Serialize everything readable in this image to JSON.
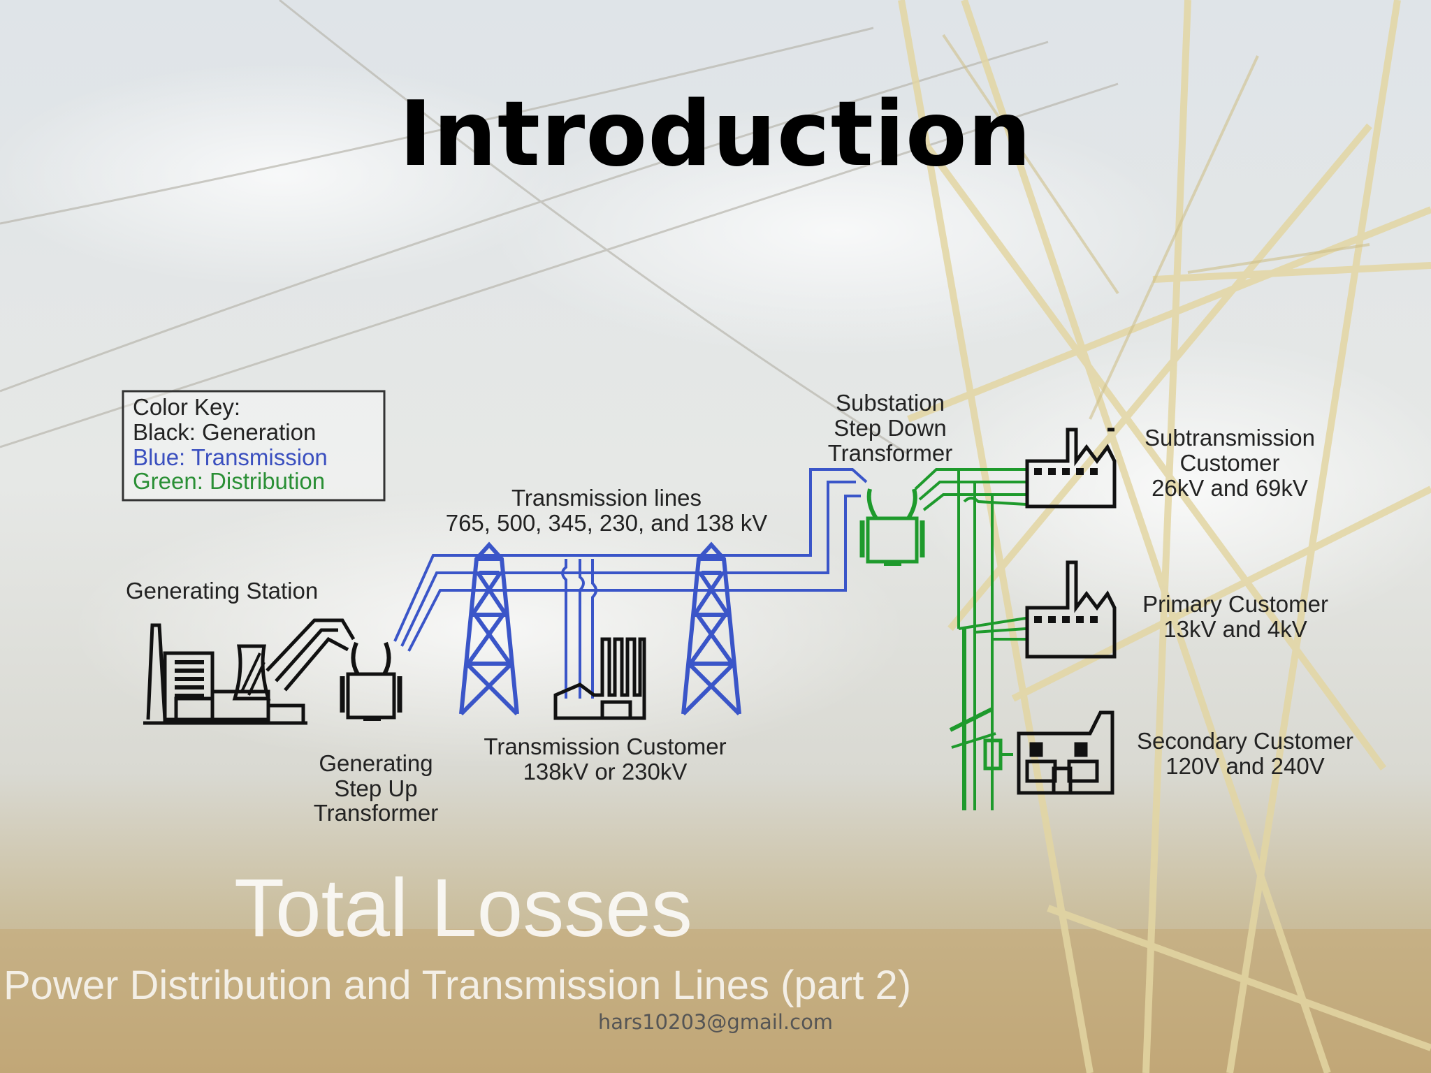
{
  "slide": {
    "title": "Introduction",
    "footer_email": "hars10203@gmail.com"
  },
  "colors": {
    "generation": "#111111",
    "transmission": "#3a55c8",
    "distribution": "#1e9a2c"
  },
  "color_key": {
    "heading": "Color Key:",
    "black_label": "Black:  Generation",
    "blue_label": "Blue:    Transmission",
    "green_label": "Green: Distribution"
  },
  "labels": {
    "transmission_lines_title": "Transmission lines",
    "transmission_lines_voltages": "765, 500, 345, 230, and 138 kV",
    "generating_station": "Generating Station",
    "gen_step_up_1": "Generating",
    "gen_step_up_2": "Step Up",
    "gen_step_up_3": "Transformer",
    "trans_customer_1": "Transmission Customer",
    "trans_customer_2": "138kV or 230kV",
    "substation_1": "Substation",
    "substation_2": "Step Down",
    "substation_3": "Transformer",
    "subtrans_1": "Subtransmission",
    "subtrans_2": "Customer",
    "subtrans_3": "26kV and 69kV",
    "primary_1": "Primary Customer",
    "primary_2": "13kV and 4kV",
    "secondary_1": "Secondary Customer",
    "secondary_2": "120V and 240V"
  },
  "watermark": {
    "title": "Total Losses",
    "subtitle": "Power Distribution and Transmission Lines (part 2)"
  }
}
